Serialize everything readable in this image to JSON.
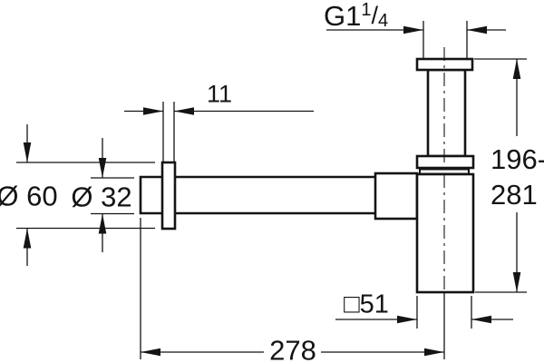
{
  "drawing": {
    "title": "bottle-trap-technical-drawing",
    "background_color": "#ffffff",
    "line_color": "#141414"
  },
  "dimensions": {
    "flange_depth": "11",
    "thread": {
      "main": "G1",
      "numerator": "1",
      "slash": "/",
      "denominator": "4"
    },
    "rosette_diameter": "Ø 60",
    "pipe_diameter": "Ø 32",
    "height_range_line1": "196-",
    "height_range_line2": "281",
    "body_width": "□51",
    "projection": "278"
  }
}
